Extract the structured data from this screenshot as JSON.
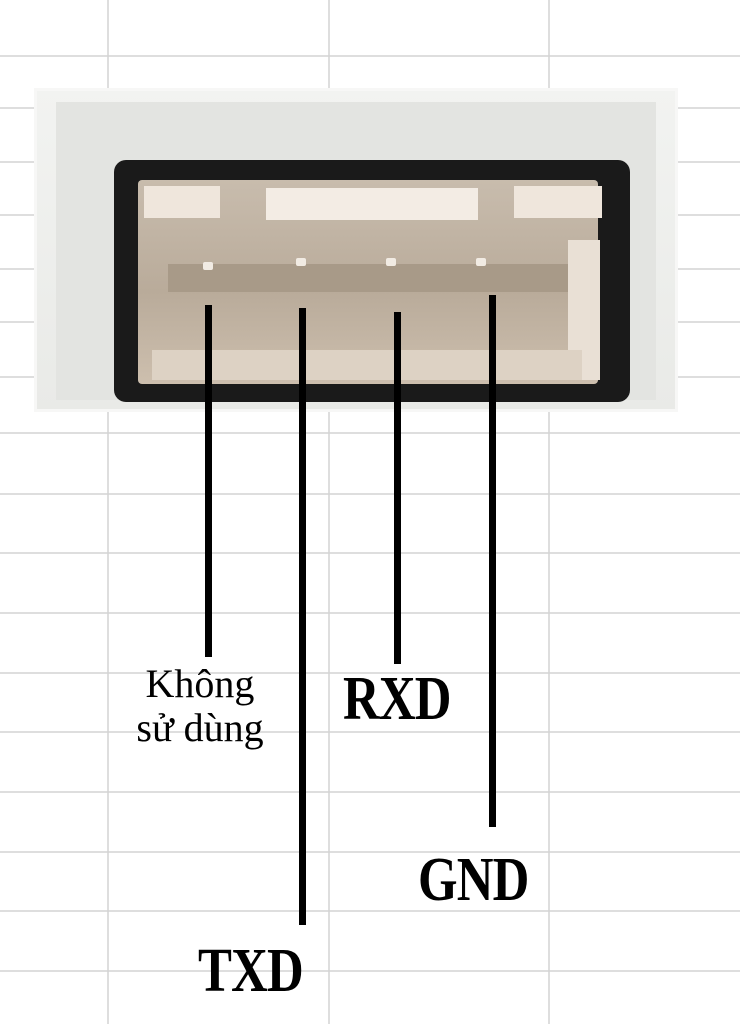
{
  "pins": [
    {
      "id": "pin1",
      "label_lines": [
        "Không",
        "sử dùng"
      ]
    },
    {
      "id": "pin2",
      "label_lines": [
        "TXD"
      ]
    },
    {
      "id": "pin3",
      "label_lines": [
        "RXD"
      ]
    },
    {
      "id": "pin4",
      "label_lines": [
        "GND"
      ]
    }
  ],
  "colors": {
    "line": "#000000",
    "grid": "#d4d4d4",
    "connector_housing": "#1a1a1a",
    "connector_insert": "#c8bcad"
  }
}
